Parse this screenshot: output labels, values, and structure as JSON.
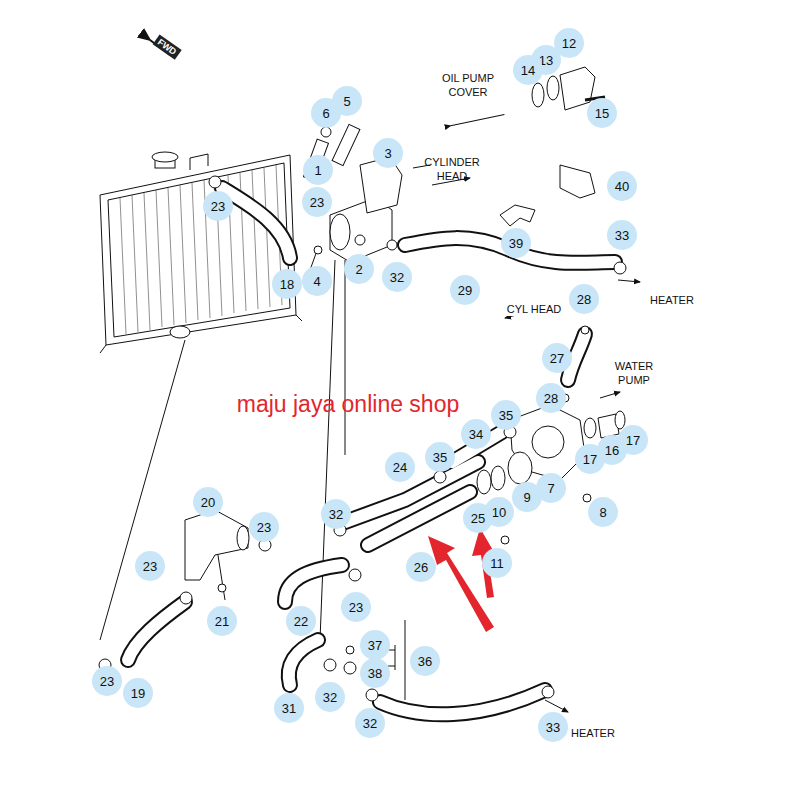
{
  "diagram": {
    "labels": [
      "FWD",
      "12",
      "13",
      "14",
      "15",
      "OIL PUMP COVER",
      "6",
      "5",
      "1",
      "3",
      "CYLINDER HEAD",
      "40",
      "23",
      "23",
      "39",
      "33",
      "18",
      "4",
      "2",
      "32",
      "29",
      "HEATER",
      "28",
      "CYL HEAD",
      "27",
      "WATER PUMP",
      "28",
      "maju jaya online shop",
      "35",
      "34",
      "17",
      "35",
      "24",
      "16",
      "17",
      "9",
      "10",
      "7",
      "20",
      "23",
      "32",
      "25",
      "8",
      "11",
      "26",
      "23",
      "21",
      "22",
      "23",
      "37",
      "38",
      "36",
      "23",
      "19",
      "31",
      "32",
      "32",
      "33",
      "HEATER"
    ]
  }
}
